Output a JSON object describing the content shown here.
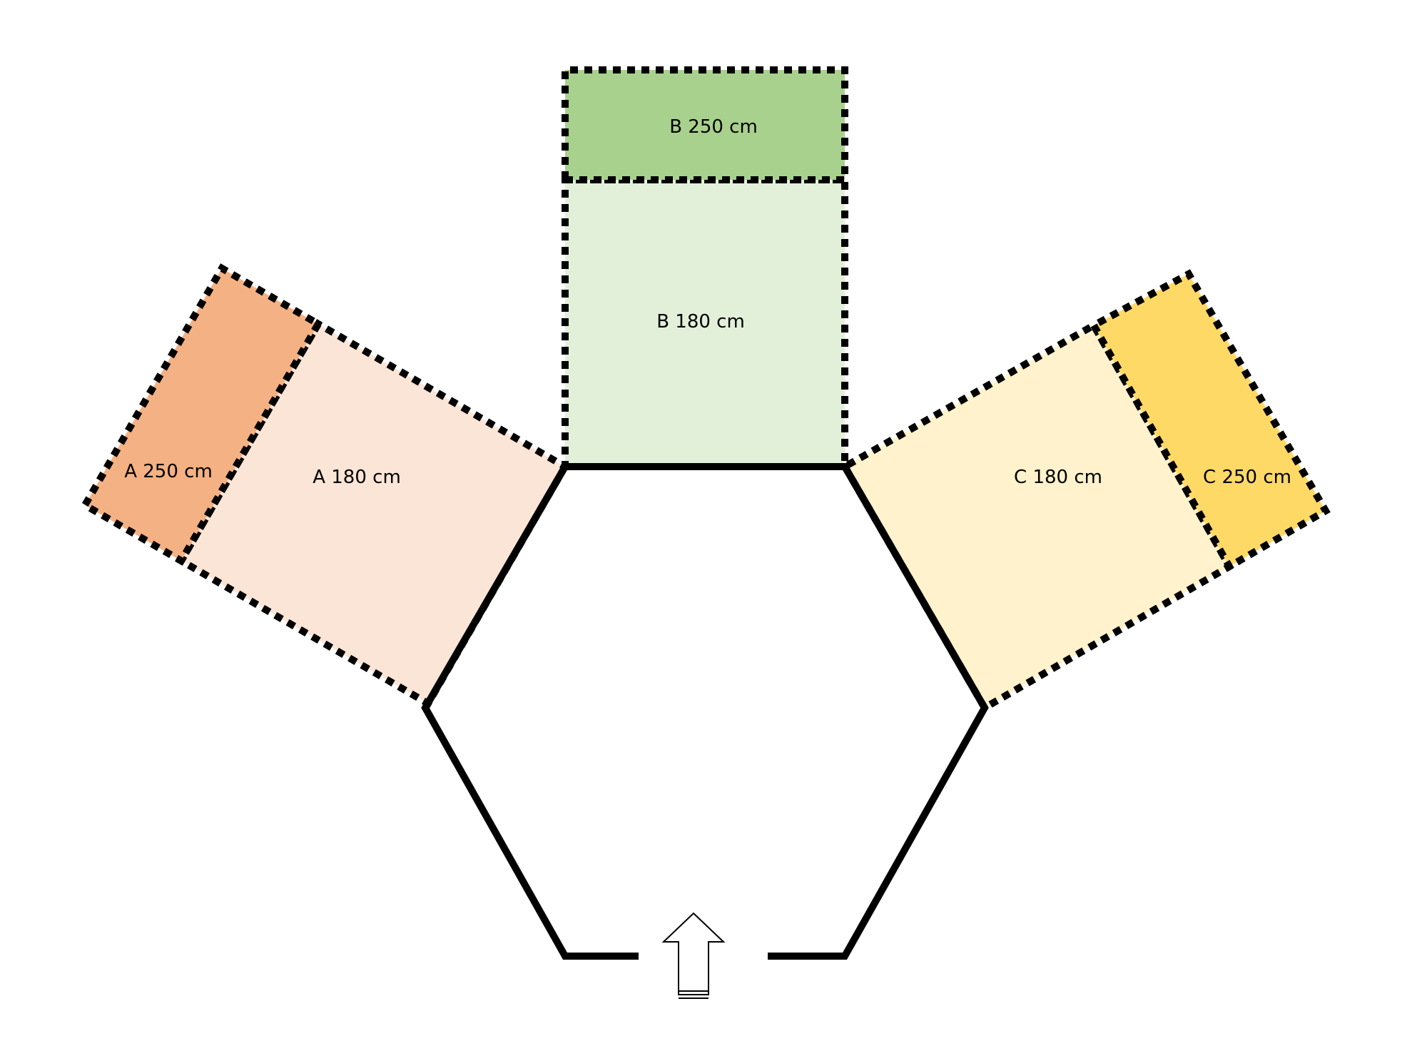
{
  "colors": {
    "wall": "#000000",
    "background": "#ffffff"
  },
  "zones": {
    "a_180": {
      "label": "A 180 cm",
      "color": "#FBE5D6"
    },
    "a_250": {
      "label": "A 250 cm",
      "color": "#F4B183"
    },
    "b_180": {
      "label": "B 180 cm",
      "color": "#E2F0D9"
    },
    "b_250": {
      "label": "B 250 cm",
      "color": "#A9D18E"
    },
    "c_180": {
      "label": "C 180 cm",
      "color": "#FFF2CC"
    },
    "c_250": {
      "label": "C 250 cm",
      "color": "#FFD966"
    }
  },
  "entrance": {
    "icon": "up-arrow-icon"
  }
}
